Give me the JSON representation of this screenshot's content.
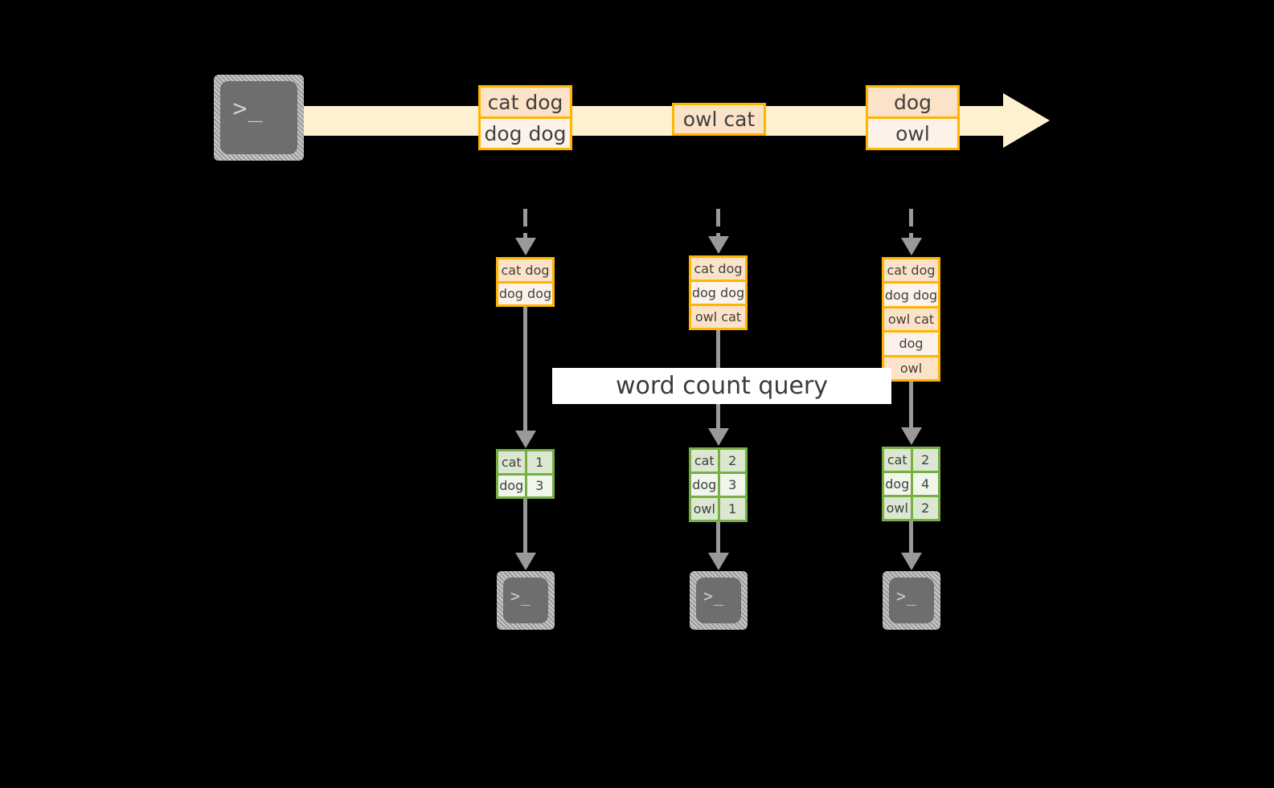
{
  "diagram": {
    "title": "word count query stream diagram",
    "colors": {
      "background": "#000000",
      "stream_band": "#fdf1cf",
      "message_border": "#ffb400",
      "message_fill_dark": "#fce3c8",
      "message_fill_light": "#fdf2e9",
      "result_border": "#76b043",
      "result_fill_tint": "#dce7d1",
      "result_fill_plain": "#f1f6ed",
      "arrow_gray": "#999999",
      "terminal_body": "#6e6e6e",
      "query_band": "#ffffff",
      "text": "#404040"
    }
  },
  "source": {
    "icon": "terminal-icon",
    "prompt": ">_"
  },
  "stream": {
    "messages": [
      {
        "id": "message-1",
        "rows": [
          {
            "text": "cat dog",
            "shade": "dark"
          },
          {
            "text": "dog dog",
            "shade": "light"
          }
        ]
      },
      {
        "id": "message-2",
        "rows": [
          {
            "text": "owl cat",
            "shade": "dark"
          }
        ]
      },
      {
        "id": "message-3",
        "rows": [
          {
            "text": "dog",
            "shade": "dark"
          },
          {
            "text": "owl",
            "shade": "light"
          }
        ]
      }
    ]
  },
  "query": {
    "label": "word count query"
  },
  "snapshots": [
    {
      "id": "snapshot-1",
      "rows": [
        {
          "text": "cat dog",
          "shade": "dark"
        },
        {
          "text": "dog dog",
          "shade": "light"
        }
      ],
      "result": {
        "rows": [
          {
            "key": "cat",
            "value": "1",
            "shade": "tint"
          },
          {
            "key": "dog",
            "value": "3",
            "shade": "plain"
          }
        ]
      },
      "sink": {
        "icon": "terminal-icon",
        "prompt": ">_"
      }
    },
    {
      "id": "snapshot-2",
      "rows": [
        {
          "text": "cat dog",
          "shade": "dark"
        },
        {
          "text": "dog dog",
          "shade": "light"
        },
        {
          "text": "owl cat",
          "shade": "dark"
        }
      ],
      "result": {
        "rows": [
          {
            "key": "cat",
            "value": "2",
            "shade": "tint"
          },
          {
            "key": "dog",
            "value": "3",
            "shade": "plain"
          },
          {
            "key": "owl",
            "value": "1",
            "shade": "tint"
          }
        ]
      },
      "sink": {
        "icon": "terminal-icon",
        "prompt": ">_"
      }
    },
    {
      "id": "snapshot-3",
      "rows": [
        {
          "text": "cat dog",
          "shade": "dark"
        },
        {
          "text": "dog dog",
          "shade": "light"
        },
        {
          "text": "owl cat",
          "shade": "dark"
        },
        {
          "text": "dog",
          "shade": "light"
        },
        {
          "text": "owl",
          "shade": "dark"
        }
      ],
      "result": {
        "rows": [
          {
            "key": "cat",
            "value": "2",
            "shade": "tint"
          },
          {
            "key": "dog",
            "value": "4",
            "shade": "plain"
          },
          {
            "key": "owl",
            "value": "2",
            "shade": "tint"
          }
        ]
      },
      "sink": {
        "icon": "terminal-icon",
        "prompt": ">_"
      }
    }
  ]
}
